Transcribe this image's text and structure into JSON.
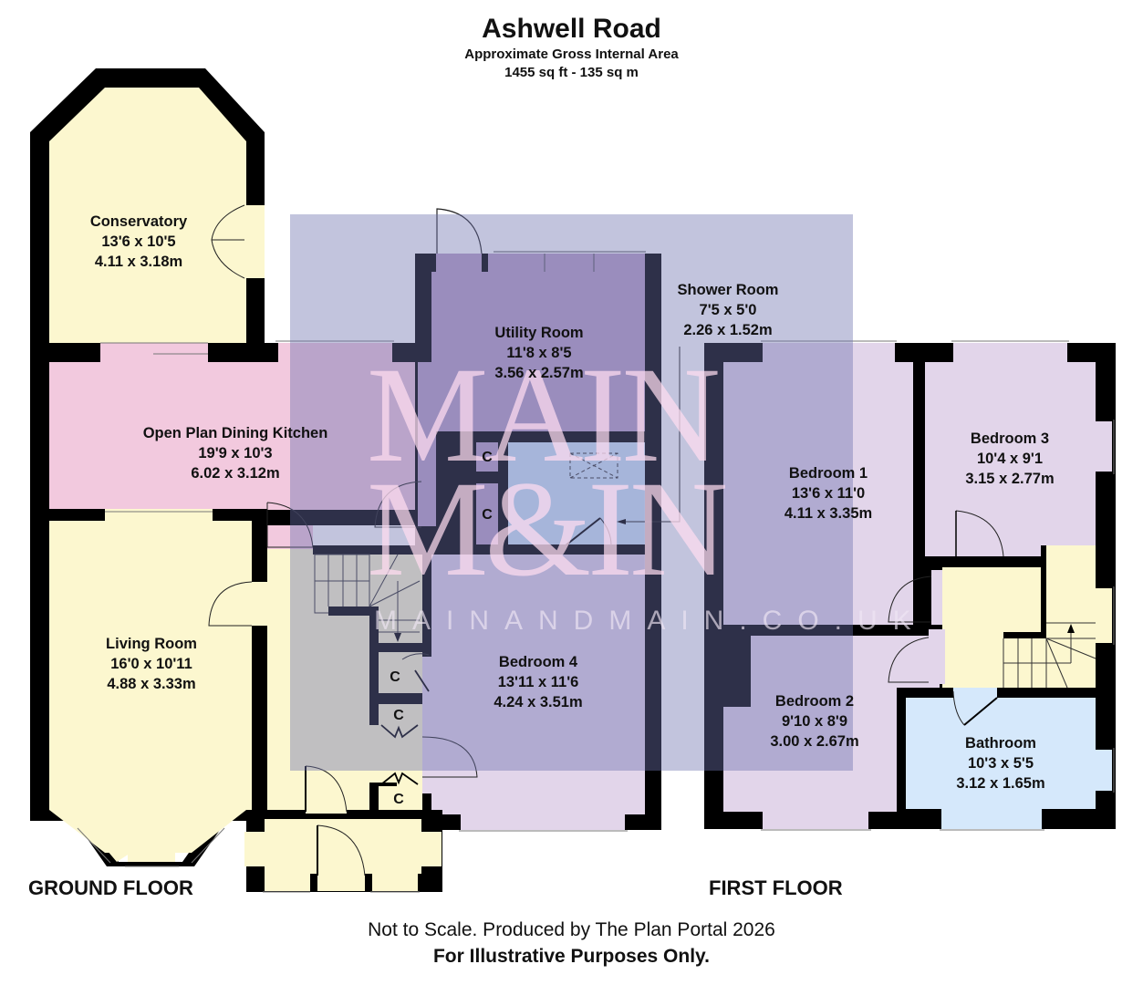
{
  "header": {
    "title": "Ashwell Road",
    "subtitle": "Approximate Gross Internal Area",
    "area": "1455 sq ft - 135 sq m"
  },
  "colors": {
    "wall": "#000000",
    "conservatory": "#fcf7cf",
    "kitchen": "#f2c9de",
    "living": "#fcf7cf",
    "hall": "#fcf7cf",
    "utility": "#bba0c8",
    "shower": "#cfe5fa",
    "bedroom": "#e2d5ea",
    "landing": "#fcf7cf",
    "bathroom": "#d5e8fb",
    "watermark_box": "rgba(120,125,180,0.45)"
  },
  "ground_floor": {
    "label": "GROUND FLOOR",
    "rooms": [
      {
        "name": "Conservatory",
        "imperial": "13'6 x 10'5",
        "metric": "4.11 x 3.18m"
      },
      {
        "name": "Open Plan Dining Kitchen",
        "imperial": "19'9 x 10'3",
        "metric": "6.02 x 3.12m"
      },
      {
        "name": "Utility Room",
        "imperial": "11'8 x 8'5",
        "metric": "3.56 x 2.57m"
      },
      {
        "name": "Shower Room",
        "imperial": "7'5 x 5'0",
        "metric": "2.26 x 1.52m"
      },
      {
        "name": "Living Room",
        "imperial": "16'0 x 10'11",
        "metric": "4.88 x 3.33m"
      },
      {
        "name": "Bedroom 4",
        "imperial": "13'11 x 11'6",
        "metric": "4.24 x 3.51m"
      }
    ],
    "cupboards": [
      "C",
      "C",
      "C",
      "C",
      "C"
    ]
  },
  "first_floor": {
    "label": "FIRST FLOOR",
    "rooms": [
      {
        "name": "Bedroom 1",
        "imperial": "13'6 x 11'0",
        "metric": "4.11 x 3.35m"
      },
      {
        "name": "Bedroom 3",
        "imperial": "10'4 x 9'1",
        "metric": "3.15 x 2.77m"
      },
      {
        "name": "Bedroom 2",
        "imperial": "9'10 x 8'9",
        "metric": "3.00 x 2.67m"
      },
      {
        "name": "Bathroom",
        "imperial": "10'3 x 5'5",
        "metric": "3.12 x 1.65m"
      }
    ]
  },
  "watermark": {
    "line1": "MAIN",
    "line2": "M&IN",
    "url": "MAINANDMAIN.CO.UK"
  },
  "footer": {
    "note": "Not to Scale. Produced by The Plan Portal 2026",
    "disclaimer": "For Illustrative Purposes Only."
  }
}
